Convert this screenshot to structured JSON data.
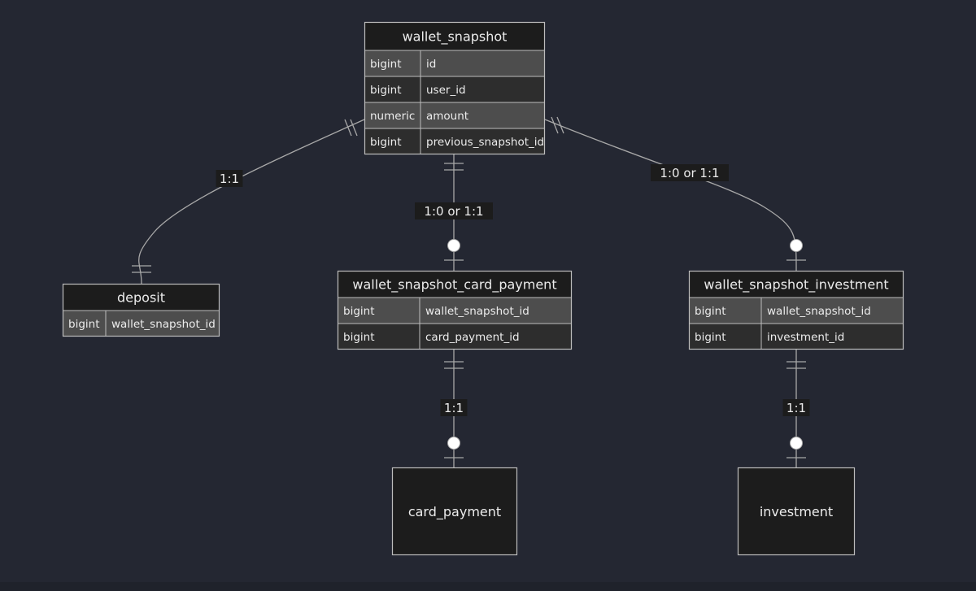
{
  "diagram": {
    "entities": {
      "wallet_snapshot": {
        "name": "wallet_snapshot",
        "attributes": [
          {
            "type": "bigint",
            "name": "id"
          },
          {
            "type": "bigint",
            "name": "user_id"
          },
          {
            "type": "numeric",
            "name": "amount"
          },
          {
            "type": "bigint",
            "name": "previous_snapshot_id"
          }
        ]
      },
      "deposit": {
        "name": "deposit",
        "attributes": [
          {
            "type": "bigint",
            "name": "wallet_snapshot_id"
          }
        ]
      },
      "wallet_snapshot_card_payment": {
        "name": "wallet_snapshot_card_payment",
        "attributes": [
          {
            "type": "bigint",
            "name": "wallet_snapshot_id"
          },
          {
            "type": "bigint",
            "name": "card_payment_id"
          }
        ]
      },
      "wallet_snapshot_investment": {
        "name": "wallet_snapshot_investment",
        "attributes": [
          {
            "type": "bigint",
            "name": "wallet_snapshot_id"
          },
          {
            "type": "bigint",
            "name": "investment_id"
          }
        ]
      },
      "card_payment": {
        "name": "card_payment",
        "attributes": []
      },
      "investment": {
        "name": "investment",
        "attributes": []
      }
    },
    "relationships": [
      {
        "from": "wallet_snapshot",
        "to": "deposit",
        "label": "1:1"
      },
      {
        "from": "wallet_snapshot",
        "to": "wallet_snapshot_card_payment",
        "label": "1:0 or 1:1"
      },
      {
        "from": "wallet_snapshot",
        "to": "wallet_snapshot_investment",
        "label": "1:0 or 1:1"
      },
      {
        "from": "wallet_snapshot_card_payment",
        "to": "card_payment",
        "label": "1:1"
      },
      {
        "from": "wallet_snapshot_investment",
        "to": "investment",
        "label": "1:1"
      }
    ],
    "colors": {
      "background": "#242732",
      "header_fill": "#1c1c1c",
      "row_fill_light": "#4d4d4d",
      "row_fill_dark": "#2d2d2d",
      "border": "#bdbdbd",
      "edge": "#a8a8a8",
      "text": "#ececec",
      "label_bg": "#1c1c1c",
      "circle_fill": "#ffffff"
    }
  }
}
